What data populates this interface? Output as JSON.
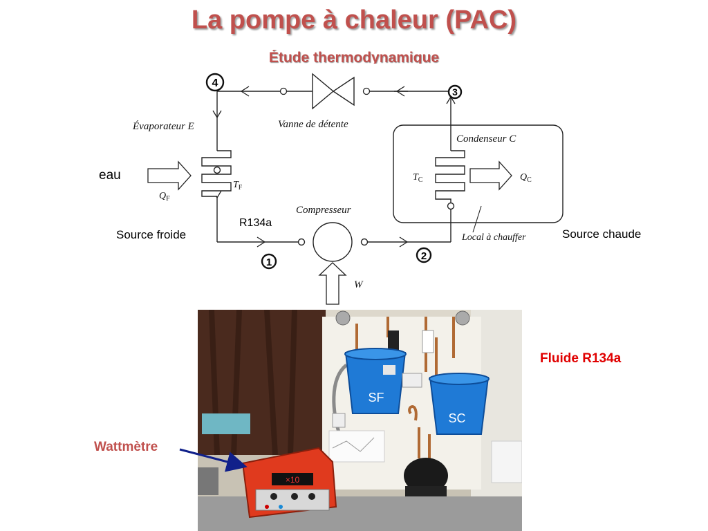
{
  "title": "La pompe à chaleur (PAC)",
  "subtitle": "Étude thermodynamique",
  "diagram": {
    "state_points": [
      "4",
      "3",
      "1",
      "2"
    ],
    "evaporator_label": "Évaporateur E",
    "expansion_valve_label": "Vanne de détente",
    "condenser_label": "Condenseur C",
    "compressor_label": "Compresseur",
    "room_label": "Local à chauffer",
    "water_label": "eau",
    "fluid_label": "R134a",
    "cold_source_label": "Source froide",
    "hot_source_label": "Source chaude",
    "work_label": "W",
    "q_cold": {
      "main": "Q",
      "sub": "F"
    },
    "t_cold": {
      "main": "T",
      "sub": "F"
    },
    "t_hot": {
      "main": "T",
      "sub": "C"
    },
    "q_hot": {
      "main": "Q",
      "sub": "C"
    }
  },
  "photo": {
    "bucket_cold_label": "SF",
    "bucket_hot_label": "SC",
    "wattmeter_display": "×10"
  },
  "annotations": {
    "fluid": "Fluide R134a",
    "wattmeter": "Wattmètre"
  },
  "colors": {
    "title": "#c0504d",
    "fluid_annotation": "#e00000",
    "arrow": "#10208a",
    "bucket": "#1f7ad6"
  }
}
